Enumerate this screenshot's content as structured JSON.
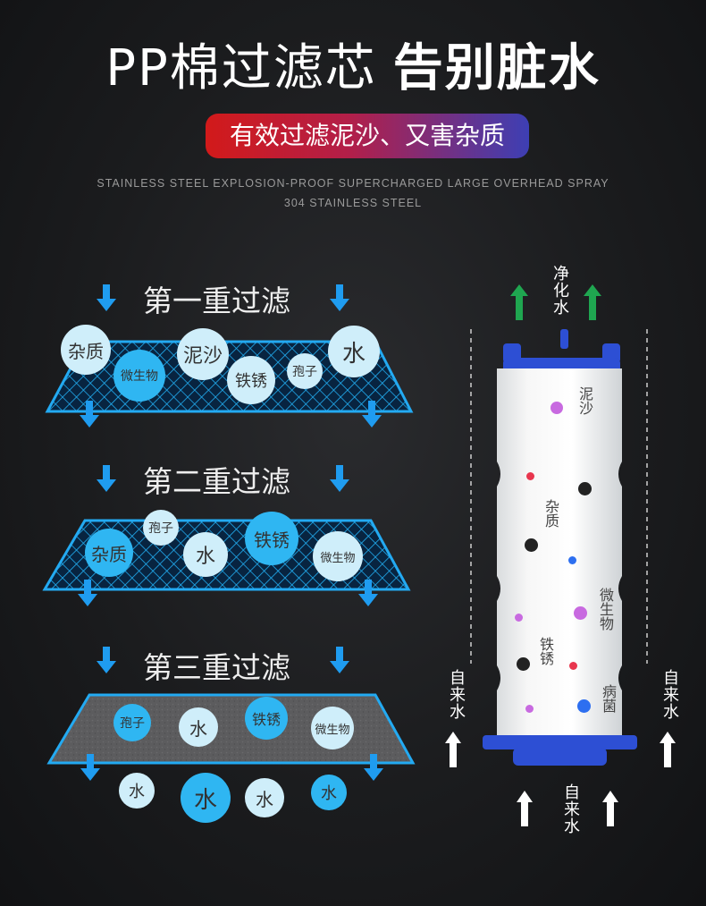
{
  "title": {
    "part1": "PP棉过滤芯",
    "part2": "告别脏水"
  },
  "subtitle": "有效过滤泥沙、又害杂质",
  "english": {
    "line1": "STAINLESS STEEL EXPLOSION-PROOF SUPERCHARGED LARGE OVERHEAD SPRAY",
    "line2": "304 STAINLESS STEEL"
  },
  "stages": [
    {
      "label": "第一重过滤",
      "bubbles": [
        "杂质",
        "泥沙",
        "水",
        "微生物",
        "铁锈",
        "孢子"
      ]
    },
    {
      "label": "第二重过滤",
      "bubbles": [
        "孢子",
        "杂质",
        "水",
        "铁锈",
        "微生物"
      ]
    },
    {
      "label": "第三重过滤",
      "bubbles": [
        "孢子",
        "水",
        "铁锈",
        "微生物"
      ]
    }
  ],
  "output_bubbles": [
    "水",
    "水",
    "水",
    "水"
  ],
  "cartridge": {
    "top_label": "净化水",
    "left_label": "自来水",
    "right_label": "自来水",
    "bottom_label": "自来水",
    "segments": [
      "泥沙",
      "杂质",
      "微生物",
      "铁锈",
      "病菌"
    ]
  },
  "colors": {
    "arrow_blue": "#1f9cf0",
    "arrow_green": "#1fa650",
    "mesh_blue": "#20a8f0",
    "bubble_light": "#cfeefa",
    "bubble_mid": "#2fb6f2",
    "cartridge_blue": "#2d4fd4"
  }
}
